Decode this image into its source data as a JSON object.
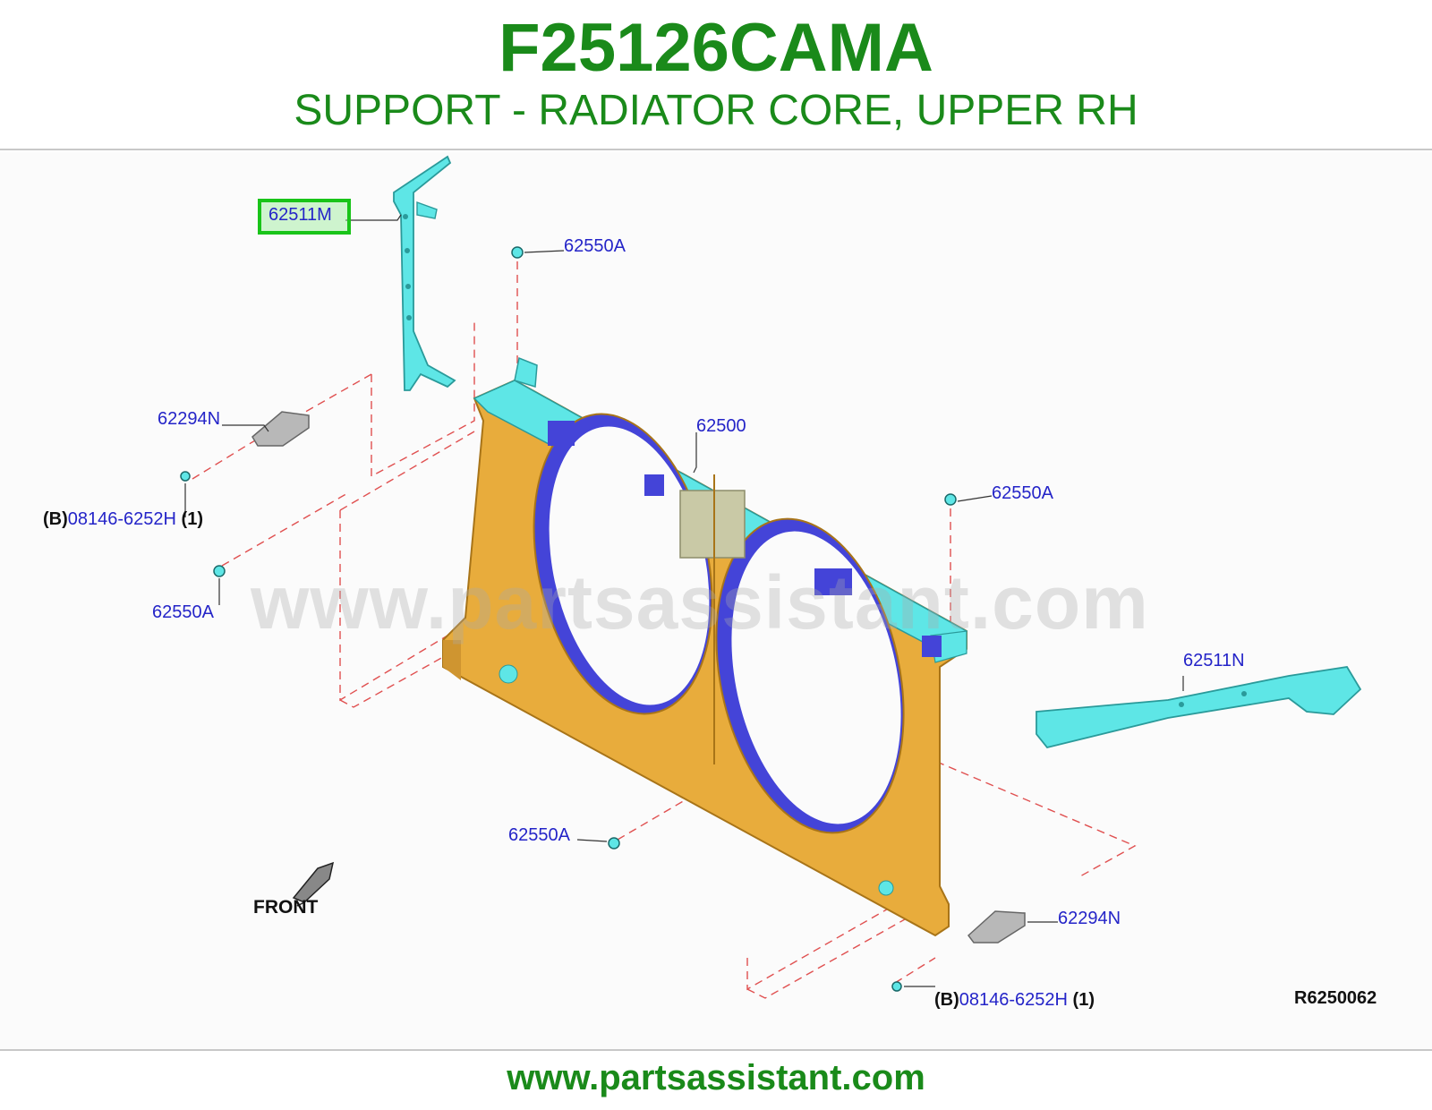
{
  "header": {
    "part_number": "F25126CAMA",
    "description": "SUPPORT - RADIATOR CORE, UPPER RH"
  },
  "diagram": {
    "watermark": "www.partsassistant.com",
    "front_label": "FRONT",
    "reference": "R6250062",
    "callouts": {
      "c_62511M": "62511M",
      "c_62550A_top": "62550A",
      "c_62294N_left": "62294N",
      "c_62500": "62500",
      "c_62550A_right": "62550A",
      "b_prefix": "(B)",
      "c_08146_left": "08146-6252H",
      "qty_left": "(1)",
      "c_62550A_left": "62550A",
      "c_62511N": "62511N",
      "c_62550A_bottom": "62550A",
      "c_62294N_right": "62294N",
      "c_08146_right": "08146-6252H",
      "qty_right": "(1)"
    },
    "highlighted_part": "62511M",
    "colors": {
      "frame": "#e8ac3c",
      "bracket": "#5ee6e6",
      "fan_opening": "#4444d8",
      "callout_text": "#2424c8",
      "highlight": "#19c419"
    }
  },
  "footer": {
    "url": "www.partsassistant.com"
  }
}
